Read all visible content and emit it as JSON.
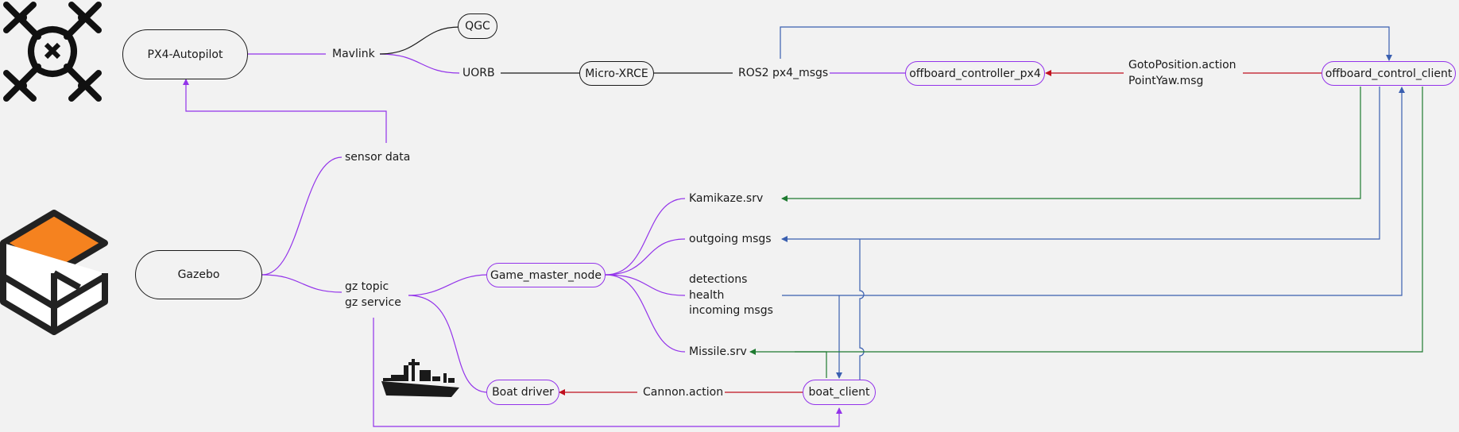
{
  "nodes": {
    "px4_autopilot": "PX4-Autopilot",
    "gazebo": "Gazebo",
    "qgc": "QGC",
    "micro_xrce": "Micro-XRCE",
    "offboard_controller_px4": "offboard_controller_px4",
    "offboard_control_client": "offboard_control_client",
    "game_master_node": "Game_master_node",
    "boat_driver": "Boat driver",
    "boat_client": "boat_client"
  },
  "labels": {
    "mavlink": "Mavlink",
    "uorb": "UORB",
    "ros2_px4_msgs": "ROS2 px4_msgs",
    "goto_position_action": "GotoPosition.action",
    "point_yaw_msg": "PointYaw.msg",
    "sensor_data": "sensor data",
    "gz_topic": "gz topic",
    "gz_service": "gz service",
    "kamikaze_srv": "Kamikaze.srv",
    "outgoing_msgs": "outgoing msgs",
    "detections": "detections",
    "health": "health",
    "incoming_msgs": "incoming msgs",
    "missile_srv": "Missile.srv",
    "cannon_action": "Cannon.action"
  },
  "icons": [
    "drone-icon",
    "gazebo-logo-icon",
    "warship-icon"
  ],
  "colors": {
    "black": "#1a1a1a",
    "purple": "#9333ea",
    "red": "#c0101e",
    "blue": "#3a5fb0",
    "green": "#1e7a30",
    "gazebo_orange": "#f5821f"
  }
}
